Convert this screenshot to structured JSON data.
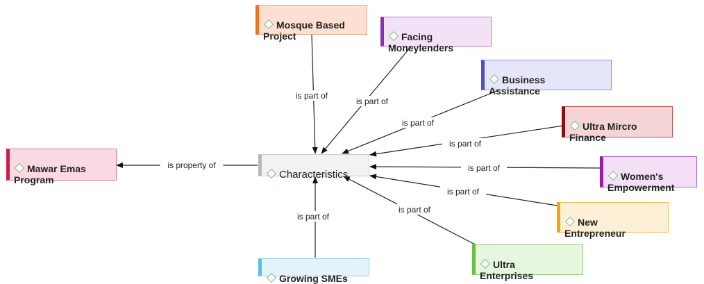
{
  "center": {
    "label": "Characteristics"
  },
  "nodes": [
    {
      "id": "mosque",
      "label": "Mosque Based\nProject",
      "edge_label": "is part of",
      "bg": "#fde0d2",
      "border": "#e8a98b",
      "accent": "#f07020",
      "arrow": "to-center"
    },
    {
      "id": "facing",
      "label": "Facing\nMoneylenders",
      "edge_label": "is part of",
      "bg": "#f3e2f6",
      "border": "#b07cc8",
      "accent": "#8a2fb0",
      "arrow": "to-center"
    },
    {
      "id": "business",
      "label": "Business\nAssistance",
      "edge_label": "is part of",
      "bg": "#e6e6fb",
      "border": "#8f8fdc",
      "accent": "#4f4fc8",
      "arrow": "to-center"
    },
    {
      "id": "ultra_micro",
      "label": "Ultra Mircro\nFinance",
      "edge_label": "is part of",
      "bg": "#f4d4d4",
      "border": "#c05050",
      "accent": "#8b1010",
      "arrow": "to-center"
    },
    {
      "id": "women",
      "label": "Women's\nEmpowerment",
      "edge_label": "is part of",
      "bg": "#f3dff6",
      "border": "#b06cc8",
      "accent": "#9b1aa8",
      "arrow": "to-center"
    },
    {
      "id": "new_ent",
      "label": "New\nEntrepreneur",
      "edge_label": "is part of",
      "bg": "#fdf0d6",
      "border": "#f0c060",
      "accent": "#f5a800",
      "arrow": "to-center"
    },
    {
      "id": "ultra_ent",
      "label": "Ultra\nEnterprises",
      "edge_label": "is part of",
      "bg": "#e6f6df",
      "border": "#90cc78",
      "accent": "#6ac040",
      "arrow": "to-center"
    },
    {
      "id": "growing",
      "label": "Growing SMEs",
      "edge_label": "is part of",
      "bg": "#e4f3fb",
      "border": "#9ad0ee",
      "accent": "#58bde8",
      "arrow": "to-center"
    },
    {
      "id": "mawar",
      "label": "Mawar Emas\nProgram",
      "edge_label": "is property of",
      "bg": "#fbd9e2",
      "border": "#d6788e",
      "accent": "#c8204a",
      "arrow": "from-center"
    }
  ]
}
